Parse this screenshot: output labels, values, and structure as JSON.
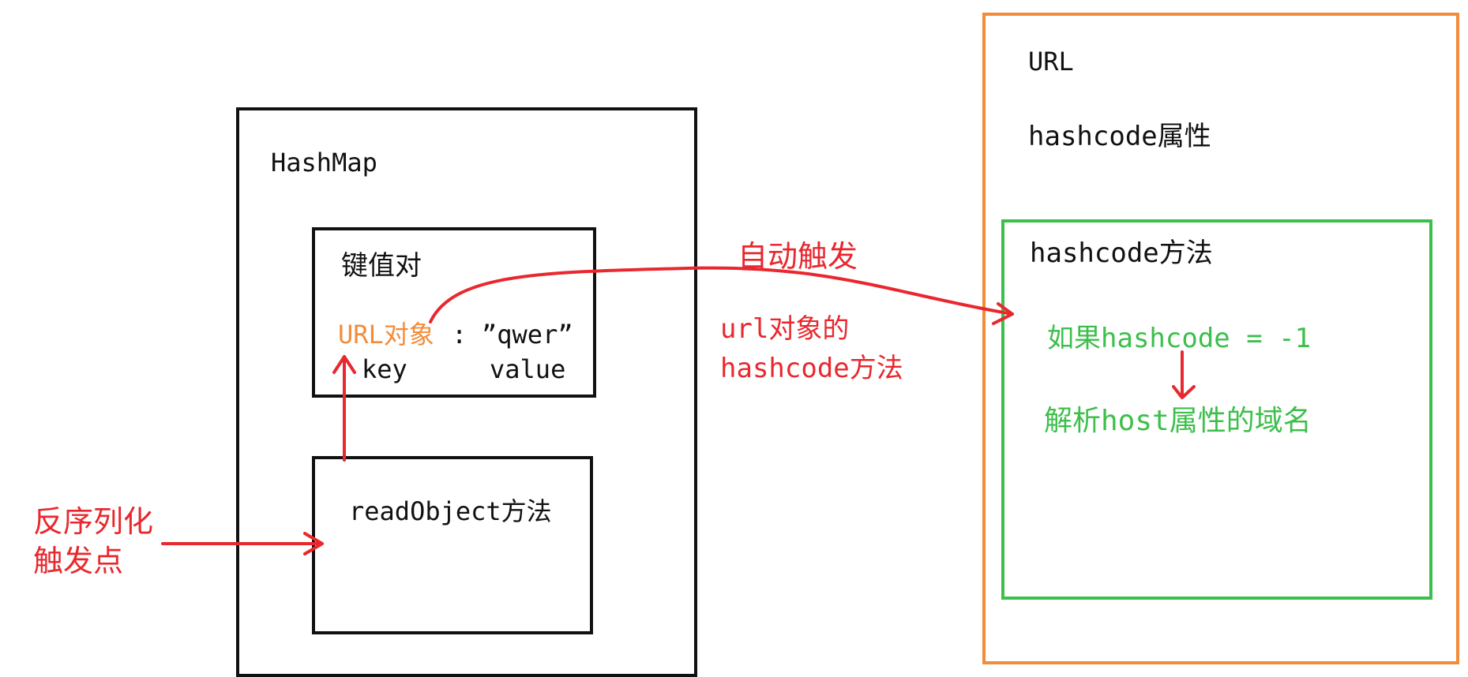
{
  "hashmap": {
    "title": "HashMap",
    "kv": {
      "title": "键值对",
      "url_obj": "URL对象",
      "colon": ":",
      "qwer": "”qwer”",
      "key": "key",
      "value": "value"
    },
    "readobject": "readObject方法"
  },
  "trigger": {
    "line1": "反序列化",
    "line2": "触发点"
  },
  "arrow_labels": {
    "auto": "自动触发",
    "url_method_line1": "url对象的",
    "url_method_line2": "hashcode方法"
  },
  "url_box": {
    "title": "URL",
    "attr": "hashcode属性",
    "method": {
      "title": "hashcode方法",
      "cond": "如果hashcode = -1",
      "resolve": "解析host属性的域名"
    }
  },
  "colors": {
    "black": "#111111",
    "red": "#e8282e",
    "orange": "#f28c3a",
    "green": "#3cbf4b"
  }
}
